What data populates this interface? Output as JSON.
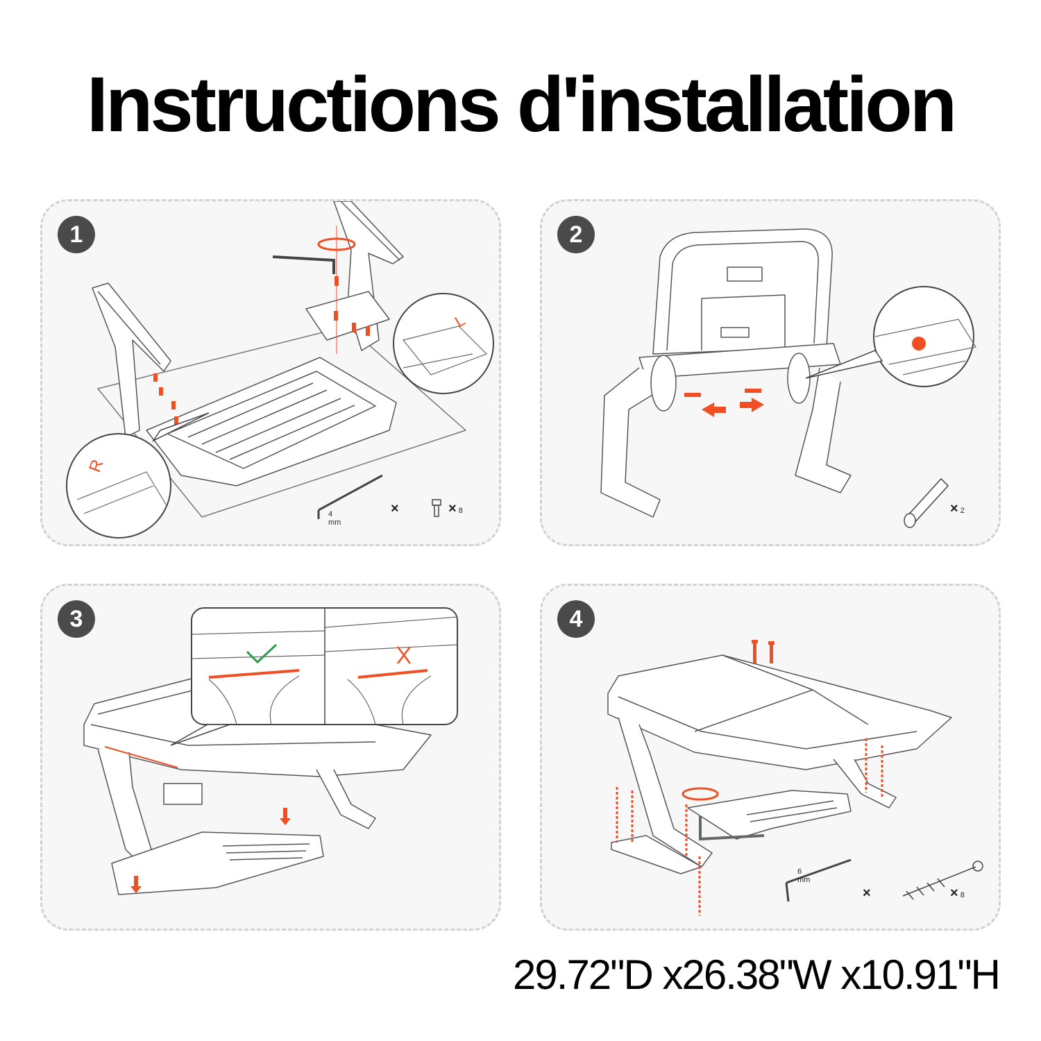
{
  "title": "Instructions d'installation",
  "dimensions": "29.72\"D x26.38\"W x10.91\"H",
  "accent_color": "#f04e23",
  "steps": [
    {
      "number": "1",
      "hardware": {
        "tool_size": "4",
        "tool_unit": "mm",
        "multiplier": "×",
        "part_icon": "bolt-icon",
        "part_multiplier": "×",
        "part_qty": "8"
      },
      "labels": {
        "right_mark": "R",
        "left_mark": "L"
      }
    },
    {
      "number": "2",
      "hardware": {
        "part_icon": "wall-anchor-icon",
        "part_multiplier": "×",
        "part_qty": "2"
      }
    },
    {
      "number": "3",
      "check_icon": "checkmark-icon",
      "cross_icon": "cross-icon"
    },
    {
      "number": "4",
      "hardware": {
        "tool_size": "6",
        "tool_unit": "mm",
        "multiplier": "×",
        "part_icon": "ground-screw-icon",
        "part_multiplier": "×",
        "part_qty": "8"
      }
    }
  ]
}
